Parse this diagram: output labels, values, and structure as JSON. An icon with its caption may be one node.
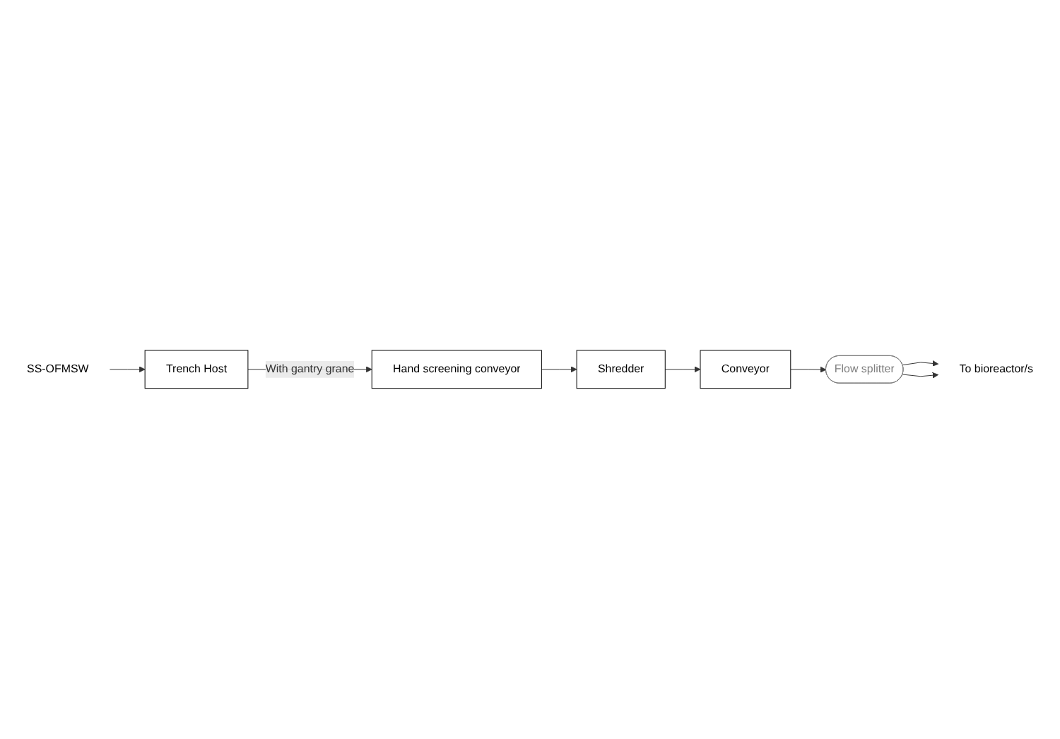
{
  "diagram": {
    "nodes": [
      {
        "text": [
          "SS-OFMSW"
        ]
      },
      {
        "text": [
          "Trench Host"
        ]
      },
      {
        "text": [
          "Hand screening conveyor"
        ]
      },
      {
        "text": [
          "Shredder"
        ]
      },
      {
        "text": [
          "Conveyor"
        ]
      },
      {
        "text": [
          "Flow splitter"
        ]
      },
      {
        "text": [
          "To bioreactor/s"
        ]
      }
    ],
    "edges": [
      {
        "from": 0,
        "to": 1,
        "arrow": "to"
      },
      {
        "from": 1,
        "to": 2,
        "arrow": "to",
        "label": "With gantry grane"
      },
      {
        "from": 2,
        "to": 3,
        "arrow": "to"
      },
      {
        "from": 3,
        "to": 4,
        "arrow": "to"
      },
      {
        "from": 4,
        "to": 5,
        "arrow": "to"
      },
      {
        "from": 5,
        "to": 6,
        "arrow": "to"
      },
      {
        "from": 5,
        "to": 6,
        "arrow": "to"
      }
    ]
  }
}
